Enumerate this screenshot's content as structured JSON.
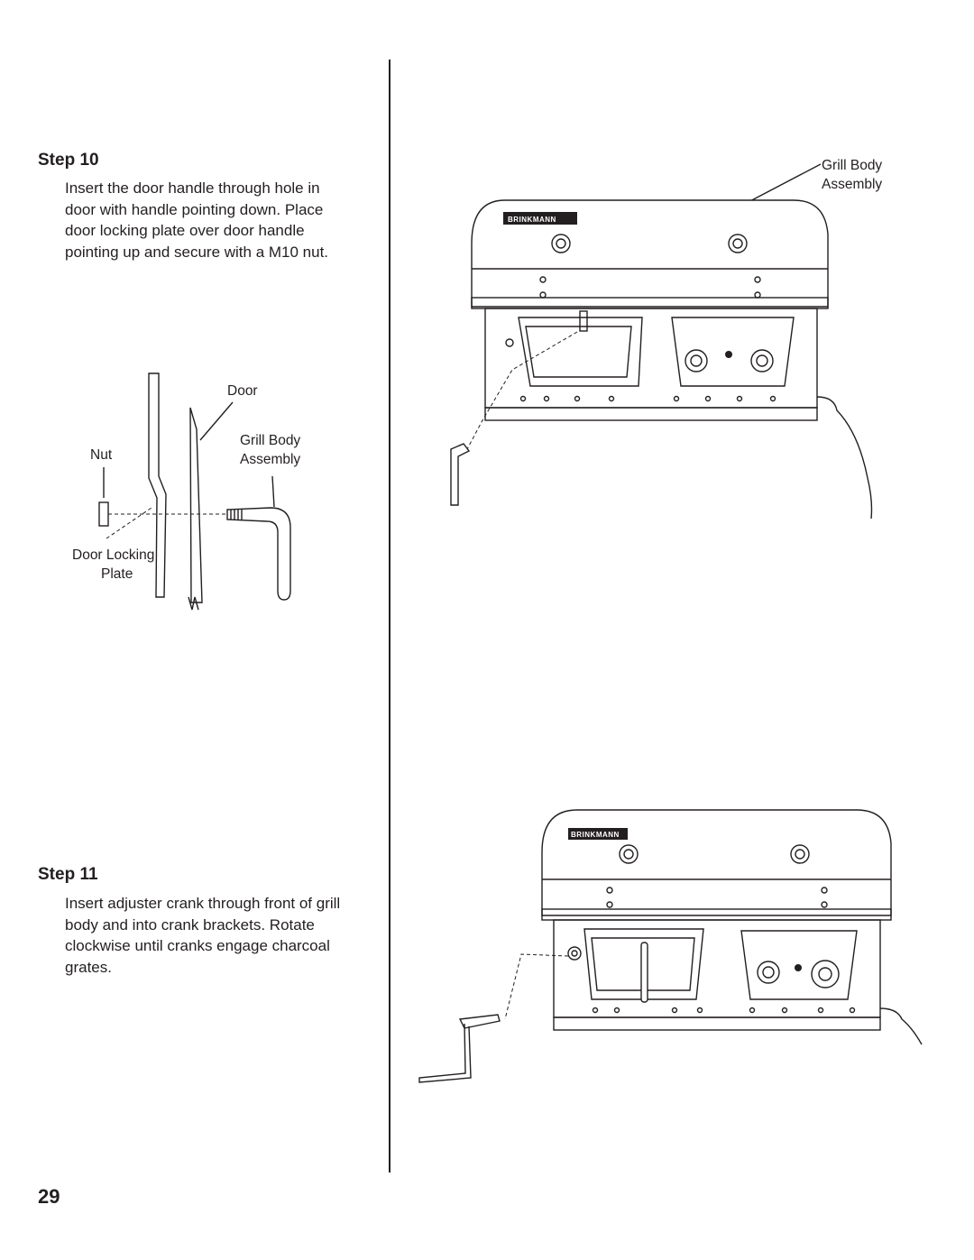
{
  "step10": {
    "title": "Step 10",
    "text": "Insert the door handle through hole in door with handle pointing down. Place door locking plate over door handle pointing up and secure with a M10 nut."
  },
  "step11": {
    "title": "Step 11",
    "text": "Insert adjuster crank through front of grill body and into crank brackets. Rotate clockwise until cranks engage charcoal grates."
  },
  "detail_labels": {
    "door": "Door",
    "grill_body_line1": "Grill Body",
    "grill_body_line2": "Assembly",
    "nut": "Nut",
    "door_locking_line1": "Door Locking",
    "door_locking_line2": "Plate"
  },
  "top_right_labels": {
    "grill_body_line1": "Grill Body",
    "grill_body_line2": "Assembly"
  },
  "brand_name": "BRINKMANN",
  "page_number": "29"
}
